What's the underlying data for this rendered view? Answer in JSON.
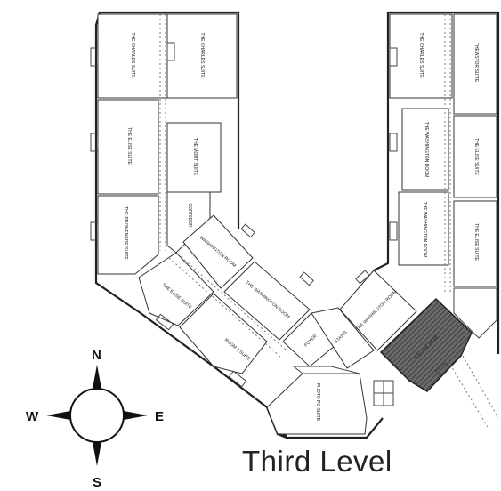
{
  "title": "Third Level",
  "compass": {
    "north": "N",
    "south": "S",
    "east": "E",
    "west": "W"
  },
  "rooms": [
    {
      "id": "wing-l-1",
      "label": "THE CHARLES SUITE"
    },
    {
      "id": "wing-l-2",
      "label": "THE CHARLES SUITE"
    },
    {
      "id": "wing-l-3",
      "label": "THE ELISE SUITE"
    },
    {
      "id": "wing-l-4",
      "label": "THE MONT SUITE"
    },
    {
      "id": "wing-l-5",
      "label": "THE PROMENADE SUITE"
    },
    {
      "id": "wing-l-6",
      "label": "CORRIDOR"
    },
    {
      "id": "elbow-l-1",
      "label": "THE ELISE SUITE"
    },
    {
      "id": "elbow-l-2",
      "label": "ROOM 3 SUITE"
    },
    {
      "id": "elbow-l-3",
      "label": "WASHINGTON ROOM"
    },
    {
      "id": "elbow-l-4",
      "label": "THE WASHINGTON ROOM"
    },
    {
      "id": "center-1",
      "label": "FOYER"
    },
    {
      "id": "center-2",
      "label": "PHOTO PC SUITE"
    },
    {
      "id": "elbow-r-1",
      "label": "THE WASHINGTON ROOM"
    },
    {
      "id": "elbow-r-2",
      "label": "STAIRS"
    },
    {
      "id": "wing-r-1",
      "label": "THE CHARLES SUITE"
    },
    {
      "id": "wing-r-2",
      "label": "THE ASTOR SUITE"
    },
    {
      "id": "wing-r-3",
      "label": "THE WASHINGTON ROOM"
    },
    {
      "id": "wing-r-4",
      "label": "THE ELISE SUITE"
    },
    {
      "id": "wing-r-5",
      "label": "THE WASHINGTON ROOM"
    },
    {
      "id": "wing-r-6",
      "label": "THE ELISE SUITE"
    }
  ],
  "highlight_room": {
    "label": "YOU ARE HERE",
    "color": "#555555"
  }
}
